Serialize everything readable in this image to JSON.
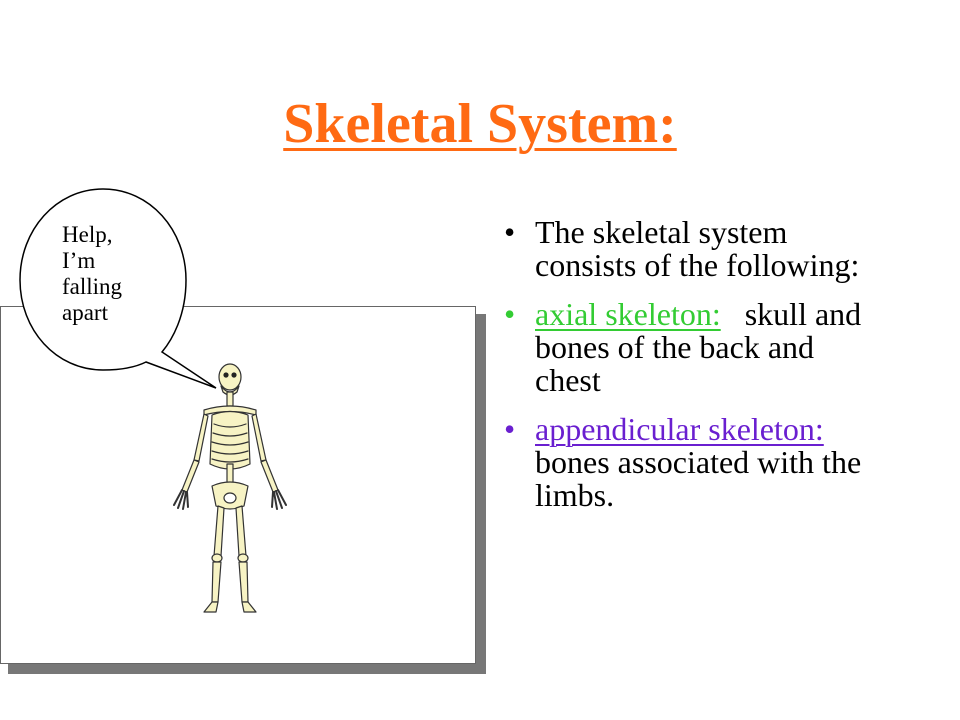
{
  "slide": {
    "title": "Skeletal System:",
    "title_color": "#ff6a13",
    "speech_bubble": {
      "lines": [
        "Help,",
        "I’m",
        "falling",
        "apart"
      ]
    },
    "bullets": [
      {
        "term": "",
        "text": "The skeletal system consists of the following:"
      },
      {
        "term": "axial skeleton:",
        "term_color": "#33cc33",
        "text": "skull and bones of the back and chest"
      },
      {
        "term": "appendicular skeleton:",
        "term_color": "#6a1fd0",
        "text": "bones associated with the limbs."
      }
    ],
    "bullet_glyph": "•",
    "illustration": {
      "icon": "skeleton-icon",
      "bone_color": "#f7f3c4",
      "outline_color": "#333333"
    }
  }
}
